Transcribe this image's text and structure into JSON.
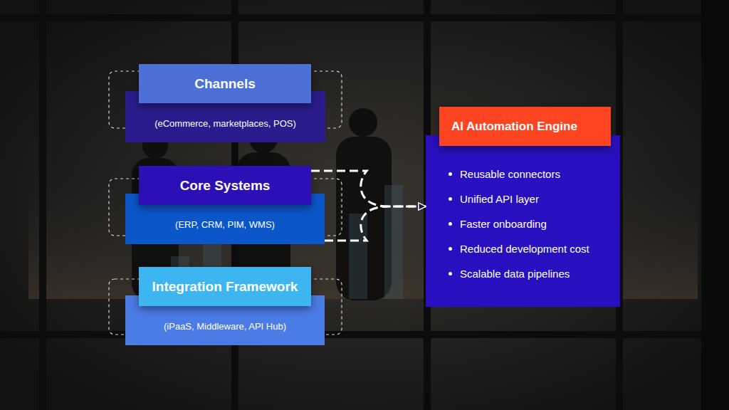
{
  "diagram": {
    "nodes": [
      {
        "text": [
          "Channels"
        ]
      },
      {
        "text": [
          "(eCommerce, marketplaces, POS)"
        ]
      },
      {
        "text": [
          "Core Systems"
        ]
      },
      {
        "text": [
          "(ERP, CRM, PIM, WMS)"
        ]
      },
      {
        "text": [
          "Integration Framework"
        ]
      },
      {
        "text": [
          "(iPaaS, Middleware, API Hub)"
        ]
      },
      {
        "text": [
          "AI Automation Engine"
        ]
      },
      {
        "text": [
          "Reusable connectors",
          "Unified API layer",
          "Faster onboarding",
          "Reduced development cost",
          "Scalable data pipelines"
        ]
      }
    ],
    "edges": [
      {
        "from": 2,
        "to": 7,
        "arrow": "to"
      },
      {
        "from": 3,
        "to": 7,
        "arrow": "to"
      }
    ]
  }
}
